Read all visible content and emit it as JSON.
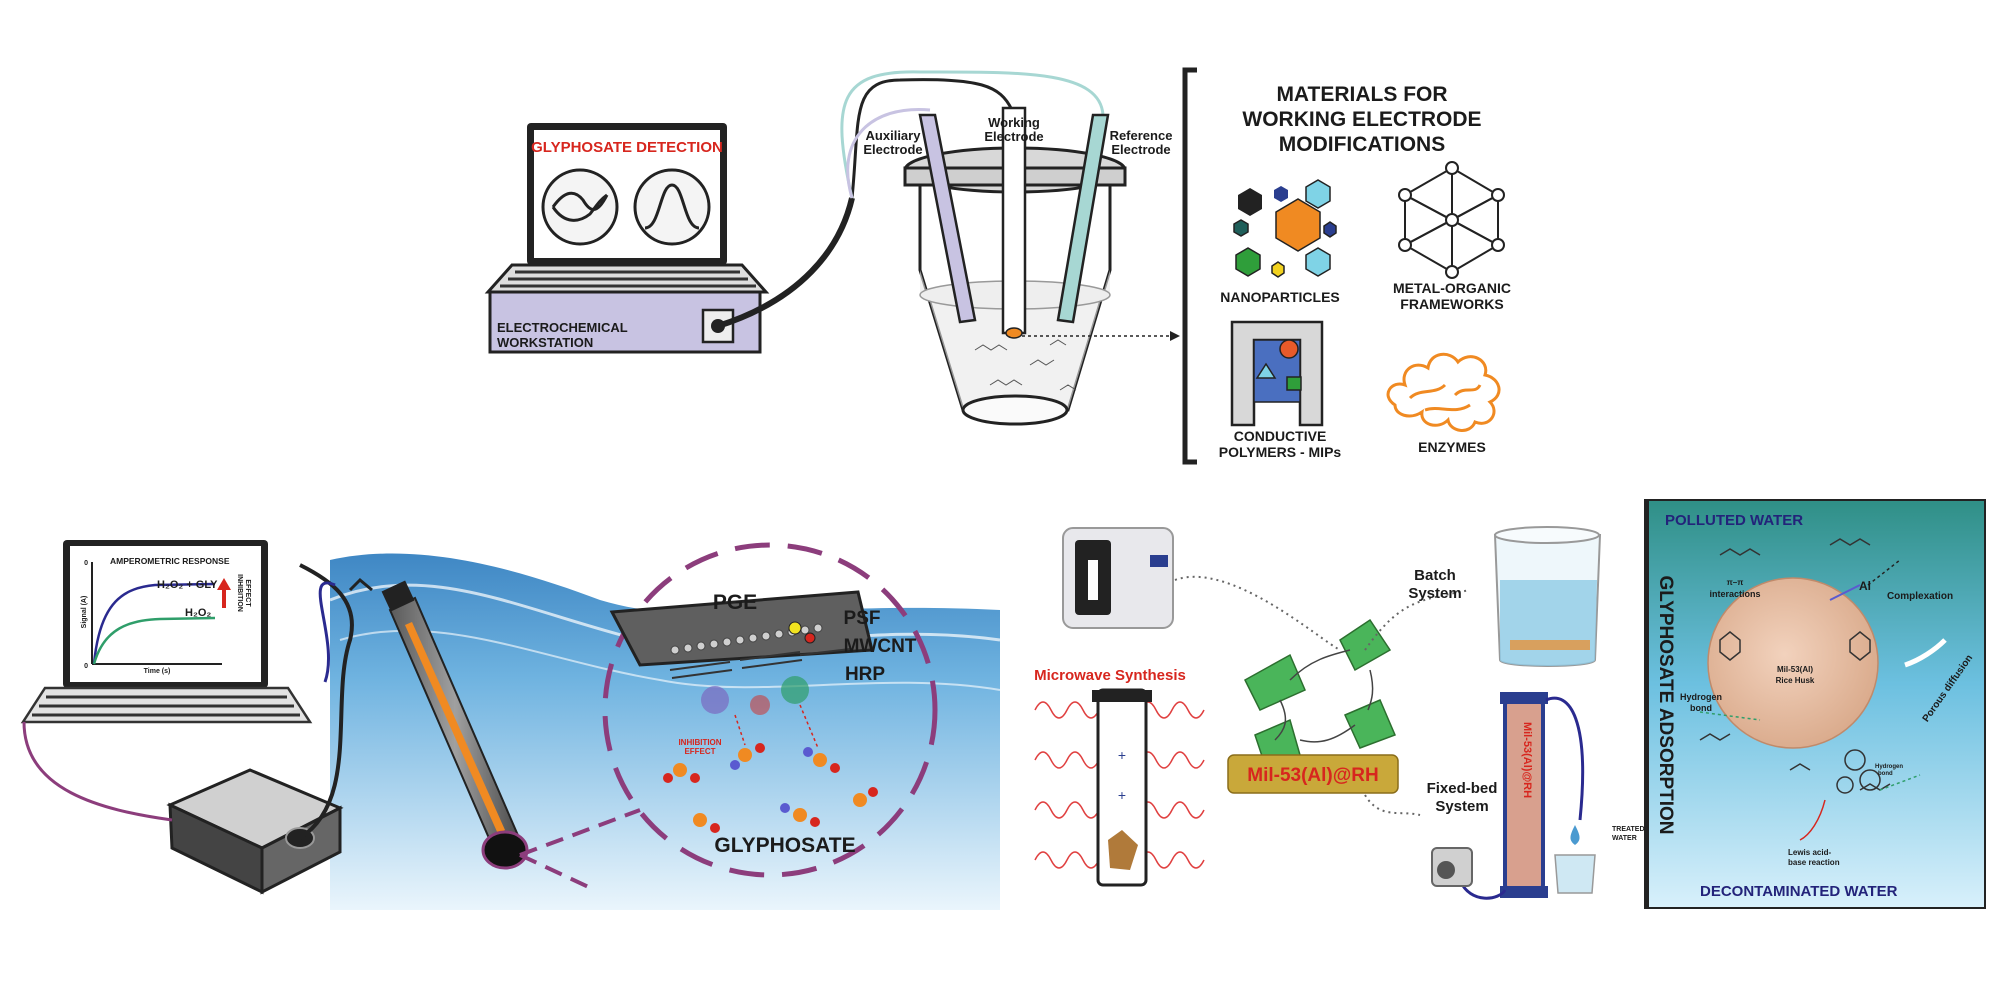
{
  "top": {
    "laptop_title": "GLYPHOSATE DETECTION",
    "workstation": [
      "ELECTROCHEMICAL",
      "WORKSTATION"
    ],
    "electrodes": {
      "auxiliary": [
        "Auxiliary",
        "Electrode"
      ],
      "working": [
        "Working",
        "Electrode"
      ],
      "reference": [
        "Reference",
        "Electrode"
      ]
    },
    "materials_title": [
      "MATERIALS FOR",
      "WORKING ELECTRODE",
      "MODIFICATIONS"
    ],
    "materials": [
      [
        "NANOPARTICLES"
      ],
      [
        "METAL-ORGANIC",
        "FRAMEWORKS"
      ],
      [
        "CONDUCTIVE",
        "POLYMERS - MIPs"
      ],
      [
        "ENZYMES"
      ]
    ]
  },
  "bottom_left": {
    "chart_title": "AMPEROMETRIC RESPONSE",
    "series": [
      "H₂O₂ + GLY",
      "H₂O₂"
    ],
    "ylabel": "Signal (A)",
    "xlabel": "Time (s)",
    "y0": "0",
    "inhibition": [
      "INHIBITION",
      "EFFECT"
    ],
    "layers": [
      "PGE",
      "PSF",
      "MWCNT",
      "HRP"
    ],
    "inhibition_small": [
      "INHIBITION",
      "EFFECT"
    ],
    "analyte": "GLYPHOSATE"
  },
  "bottom_mid": {
    "microwave": "Microwave Synthesis",
    "product": "Mil-53(Al)@RH",
    "batch": [
      "Batch",
      "System"
    ],
    "fixed": [
      "Fixed-bed",
      "System"
    ],
    "treated": [
      "TREATED",
      "WATER"
    ],
    "column_text": "Mil-53(Al)@RH"
  },
  "bottom_right": {
    "polluted": "POLLUTED WATER",
    "decontaminated": "DECONTAMINATED WATER",
    "vertical": "GLYPHOSATE ADSORPTION",
    "interactions": [
      "π–π",
      "interactions"
    ],
    "complexation": "Complexation",
    "al": "Al",
    "particle": [
      "Mil-53(Al)",
      "Rice Husk"
    ],
    "porous": "Porous diffusion",
    "hbond": [
      "Hydrogen",
      "bond"
    ],
    "hbond2": [
      "Hydrogen",
      "bond"
    ],
    "lewis": [
      "Lewis acid-",
      "base reaction"
    ]
  },
  "colors": {
    "red_title": "#d7261e",
    "lavender": "#c8c3e2",
    "teal": "#a7d7d3",
    "orange": "#f08a22",
    "magenta": "#8c3d7c",
    "navy": "#23237a",
    "green_panel": "#2f8f86"
  }
}
